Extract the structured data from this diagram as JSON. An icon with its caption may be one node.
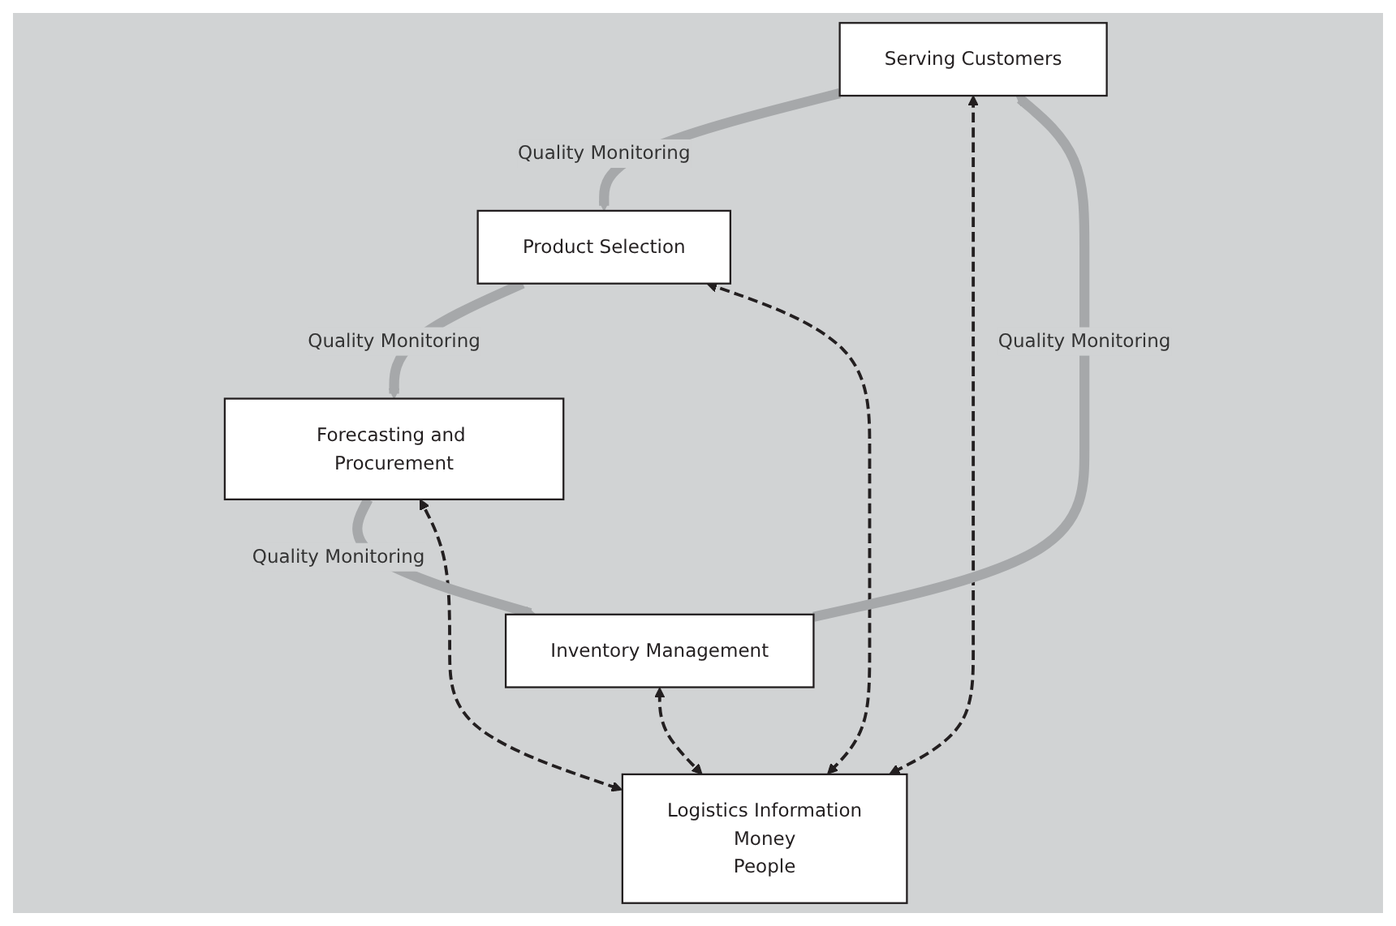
{
  "diagram": {
    "nodes": [
      {
        "text": [
          "Serving Customers"
        ]
      },
      {
        "text": [
          "Inventory Management"
        ]
      },
      {
        "text": [
          "Logistics Information",
          "Money",
          "People"
        ]
      },
      {
        "text": [
          "Product Selection"
        ]
      },
      {
        "text": [
          "Forecasting and Procurement"
        ]
      }
    ],
    "edges": [
      {
        "from": 2,
        "to": 0,
        "arrow": "both",
        "style": "dashed"
      },
      {
        "from": 1,
        "to": 2,
        "arrow": "both",
        "style": "dashed"
      },
      {
        "from": 2,
        "to": 3,
        "arrow": "both",
        "style": "dashed"
      },
      {
        "from": 2,
        "to": 4,
        "arrow": "both",
        "style": "dashed"
      },
      {
        "from": 1,
        "to": 0,
        "arrow": "to",
        "style": "thick",
        "color": "#a6a8aa",
        "label": "Quality Monitoring"
      },
      {
        "from": 0,
        "to": 3,
        "arrow": "to",
        "style": "thick",
        "color": "#a6a8aa",
        "label": "Quality Monitoring"
      },
      {
        "from": 3,
        "to": 4,
        "arrow": "to",
        "style": "thick",
        "color": "#a6a8aa",
        "label": "Quality Monitoring"
      },
      {
        "from": 4,
        "to": 1,
        "arrow": "to",
        "style": "thick",
        "color": "#a6a8aa",
        "label": "Quality Monitoring"
      }
    ]
  }
}
